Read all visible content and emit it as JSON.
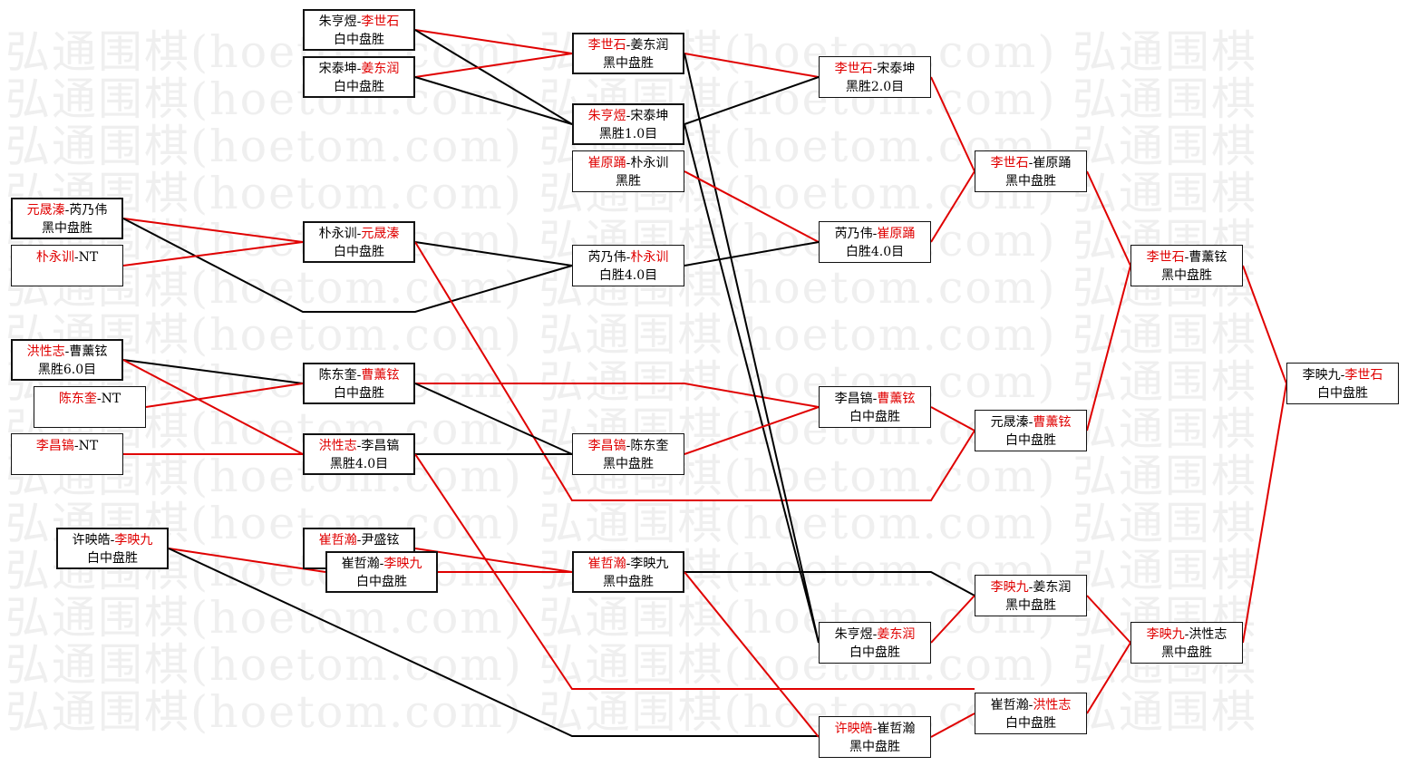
{
  "colors": {
    "winner": "#e00000",
    "loser": "#000000",
    "winner_line": "#e00000",
    "loser_line": "#000000",
    "watermark": "#efefef"
  },
  "watermark": {
    "lines": [
      "弘通围棋(hoetom.com) 弘通围棋(hoetom.com) 弘通围棋",
      "弘通围棋(hoetom.com) 弘通围棋(hoetom.com) 弘通围棋",
      "弘通围棋(hoetom.com) 弘通围棋(hoetom.com) 弘通围棋",
      "弘通围棋(hoetom.com) 弘通围棋(hoetom.com) 弘通围棋",
      "弘通围棋(hoetom.com) 弘通围棋(hoetom.com) 弘通围棋",
      "弘通围棋(hoetom.com) 弘通围棋(hoetom.com) 弘通围棋",
      "弘通围棋(hoetom.com) 弘通围棋(hoetom.com) 弘通围棋",
      "弘通围棋(hoetom.com) 弘通围棋(hoetom.com) 弘通围棋",
      "弘通围棋(hoetom.com) 弘通围棋(hoetom.com) 弘通围棋",
      "弘通围棋(hoetom.com) 弘通围棋(hoetom.com) 弘通围棋",
      "弘通围棋(hoetom.com) 弘通围棋(hoetom.com) 弘通围棋",
      "弘通围棋(hoetom.com) 弘通围棋(hoetom.com) 弘通围棋",
      "弘通围棋(hoetom.com) 弘通围棋(hoetom.com) 弘通围棋",
      "弘通围棋(hoetom.com) 弘通围棋(hoetom.com) 弘通围棋",
      "弘通围棋(hoetom.com) 弘通围棋(hoetom.com) 弘通围棋"
    ]
  },
  "matches": [
    {
      "id": "m1",
      "p1": "朱亨煜",
      "p2": "李世石",
      "winner": 2,
      "result": "白中盘胜"
    },
    {
      "id": "m2",
      "p1": "宋泰坤",
      "p2": "姜东润",
      "winner": 2,
      "result": "白中盘胜"
    },
    {
      "id": "m3",
      "p1": "元晟溱",
      "p2": "芮乃伟",
      "winner": 1,
      "result": "黑中盘胜"
    },
    {
      "id": "m4",
      "p1": "朴永训",
      "p2": "NT",
      "winner": 1,
      "result": ""
    },
    {
      "id": "m5",
      "p1": "洪性志",
      "p2": "曹薰铉",
      "winner": 1,
      "result": "黑胜6.0目"
    },
    {
      "id": "m6",
      "p1": "陈东奎",
      "p2": "NT",
      "winner": 1,
      "result": ""
    },
    {
      "id": "m7",
      "p1": "李昌镐",
      "p2": "NT",
      "winner": 1,
      "result": ""
    },
    {
      "id": "m8",
      "p1": "许映皓",
      "p2": "李映九",
      "winner": 2,
      "result": "白中盘胜"
    },
    {
      "id": "m9",
      "p1": "崔哲瀚",
      "p2": "尹盛铉",
      "winner": 1,
      "result": "黑中盘胜"
    },
    {
      "id": "m10",
      "p1": "朴永训",
      "p2": "元晟溱",
      "winner": 2,
      "result": "白中盘胜"
    },
    {
      "id": "m11",
      "p1": "陈东奎",
      "p2": "曹薰铉",
      "winner": 2,
      "result": "白中盘胜"
    },
    {
      "id": "m12",
      "p1": "洪性志",
      "p2": "李昌镐",
      "winner": 1,
      "result": "黑胜4.0目"
    },
    {
      "id": "m13",
      "p1": "崔哲瀚",
      "p2": "李映九",
      "winner": 2,
      "result": "白中盘胜"
    },
    {
      "id": "m14",
      "p1": "李世石",
      "p2": "姜东润",
      "winner": 1,
      "result": "黑中盘胜"
    },
    {
      "id": "m15",
      "p1": "朱亨煜",
      "p2": "宋泰坤",
      "winner": 1,
      "result": "黑胜1.0目"
    },
    {
      "id": "m16",
      "p1": "崔原踊",
      "p2": "朴永训",
      "winner": 1,
      "result": "黑胜"
    },
    {
      "id": "m17",
      "p1": "芮乃伟",
      "p2": "朴永训",
      "winner": 2,
      "result": "白胜4.0目"
    },
    {
      "id": "m18",
      "p1": "李昌镐",
      "p2": "陈东奎",
      "winner": 1,
      "result": "黑中盘胜"
    },
    {
      "id": "m19",
      "p1": "崔哲瀚",
      "p2": "李映九",
      "winner": 1,
      "result": "黑中盘胜"
    },
    {
      "id": "m20",
      "p1": "李世石",
      "p2": "宋泰坤",
      "winner": 1,
      "result": "黑胜2.0目"
    },
    {
      "id": "m21",
      "p1": "芮乃伟",
      "p2": "崔原踊",
      "winner": 2,
      "result": "白胜4.0目"
    },
    {
      "id": "m22",
      "p1": "李昌镐",
      "p2": "曹薰铉",
      "winner": 2,
      "result": "白中盘胜"
    },
    {
      "id": "m23",
      "p1": "朱亨煜",
      "p2": "姜东润",
      "winner": 2,
      "result": "白中盘胜"
    },
    {
      "id": "m24",
      "p1": "许映皓",
      "p2": "崔哲瀚",
      "winner": 1,
      "result": "黑中盘胜"
    },
    {
      "id": "m25",
      "p1": "李世石",
      "p2": "崔原踊",
      "winner": 1,
      "result": "黑中盘胜"
    },
    {
      "id": "m26",
      "p1": "元晟溱",
      "p2": "曹薰铉",
      "winner": 2,
      "result": "白中盘胜"
    },
    {
      "id": "m27",
      "p1": "李映九",
      "p2": "姜东润",
      "winner": 1,
      "result": "黑中盘胜"
    },
    {
      "id": "m28",
      "p1": "崔哲瀚",
      "p2": "洪性志",
      "winner": 2,
      "result": "白中盘胜"
    },
    {
      "id": "m29",
      "p1": "李世石",
      "p2": "曹薰铉",
      "winner": 1,
      "result": "黑中盘胜"
    },
    {
      "id": "m30",
      "p1": "李映九",
      "p2": "洪性志",
      "winner": 1,
      "result": "黑中盘胜"
    },
    {
      "id": "m31",
      "p1": "李映九",
      "p2": "李世石",
      "winner": 2,
      "result": "白中盘胜"
    }
  ]
}
